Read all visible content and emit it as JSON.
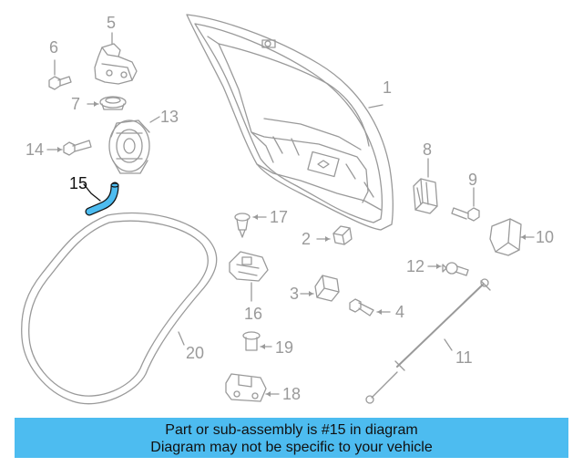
{
  "callouts": {
    "n1": "1",
    "n2": "2",
    "n3": "3",
    "n4": "4",
    "n5": "5",
    "n6": "6",
    "n7": "7",
    "n8": "8",
    "n9": "9",
    "n10": "10",
    "n11": "11",
    "n12": "12",
    "n13": "13",
    "n14": "14",
    "n15": "15",
    "n16": "16",
    "n17": "17",
    "n18": "18",
    "n19": "19",
    "n20": "20"
  },
  "highlight_part": "15",
  "colors": {
    "line": "#9a9a9a",
    "highlight": "#4dbcf0",
    "banner": "#4dbcf0",
    "text": "#111111"
  },
  "banner": {
    "line1": "Part or sub-assembly is #15 in diagram",
    "line2": "Diagram may not be specific to your vehicle"
  }
}
